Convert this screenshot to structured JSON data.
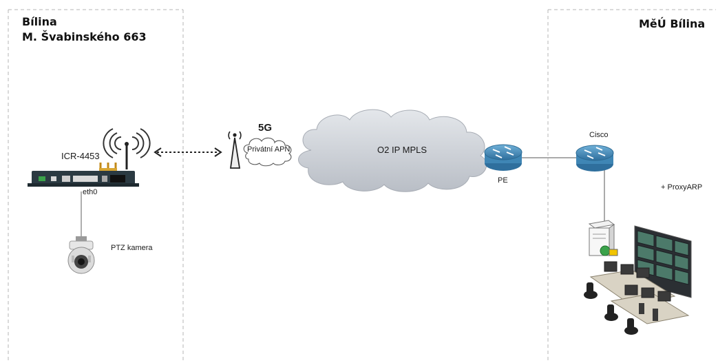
{
  "sites": {
    "left": {
      "line1": "Bílina",
      "line2": "M. Švabinského 663"
    },
    "right": {
      "title": "MěÚ Bílina"
    }
  },
  "devices": {
    "router_model": "ICR-4453",
    "router_port": "eth0",
    "camera": "PTZ kamera",
    "tech_5g": "5G",
    "apn": "Privátní APN",
    "mpls": "O2 IP MPLS",
    "pe": "PE",
    "cisco": "Cisco",
    "proxyarp": "+ ProxyARP"
  },
  "icons": [
    "cellular-router-icon",
    "wireless-signal-icon",
    "ptz-camera-icon",
    "cell-tower-icon",
    "cloud-icon",
    "router-icon",
    "server-icon",
    "video-wall-icon",
    "operator-desks-icon"
  ],
  "colors": {
    "router_blue": "#3f86b5",
    "cloud_gray": "#cfd3d9",
    "zone_border": "#b5b5b5"
  }
}
